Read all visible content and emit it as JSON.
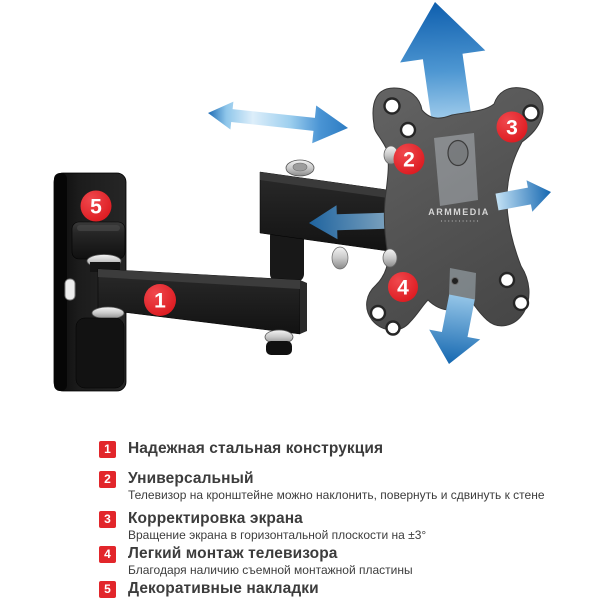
{
  "illustration": {
    "brand_logo": "ARMMEDIA",
    "callouts": {
      "c1": "1",
      "c2": "2",
      "c3": "3",
      "c4": "4",
      "c5": "5"
    },
    "icon_names": [
      "arrow-left-right",
      "arrow-up",
      "arrow-right",
      "arrow-left",
      "arrow-down"
    ]
  },
  "legend": {
    "items": [
      {
        "num": "1",
        "title": "Надежная стальная конструкция",
        "desc": ""
      },
      {
        "num": "2",
        "title": "Универсальный",
        "desc": "Телевизор на кронштейне можно наклонить, повернуть и сдвинуть к стене"
      },
      {
        "num": "3",
        "title": "Корректировка экрана",
        "desc": "Вращение экрана в горизонтальной плоскости на ±3°"
      },
      {
        "num": "4",
        "title": "Легкий монтаж телевизора",
        "desc": "Благодаря наличию съемной монтажной пластины"
      },
      {
        "num": "5",
        "title": "Декоративные накладки",
        "desc": ""
      }
    ]
  },
  "colors": {
    "badge_red": "#e2262b",
    "arrow_blue_dark": "#1262ae",
    "arrow_blue_light": "#c8e4f6",
    "mount_black": "#1b1b1b",
    "plate_gray": "#555555",
    "text_gray": "#3c3c3c",
    "background": "#ffffff"
  }
}
